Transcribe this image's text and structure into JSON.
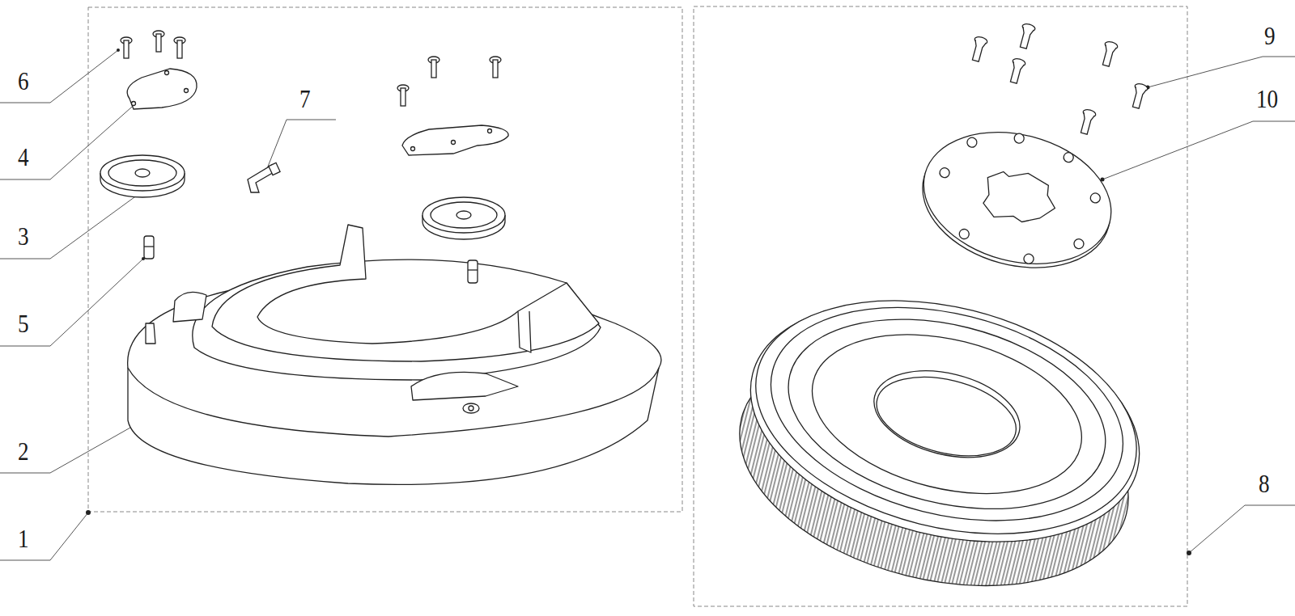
{
  "diagram": {
    "labels": [
      "6",
      "7",
      "4",
      "3",
      "5",
      "2",
      "1",
      "9",
      "10",
      "8"
    ]
  }
}
